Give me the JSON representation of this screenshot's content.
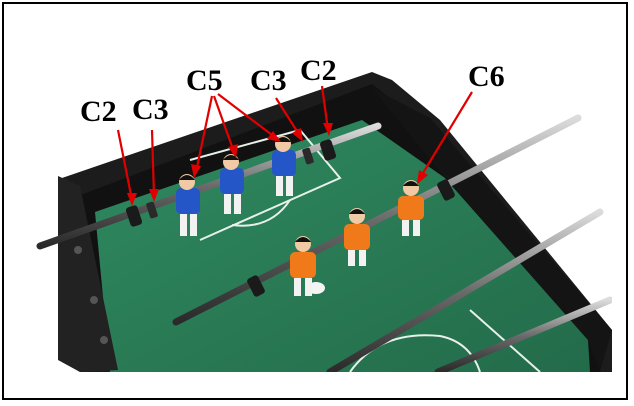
{
  "callouts": {
    "c2_left": "C2",
    "c3_left": "C3",
    "c5": "C5",
    "c3_right": "C3",
    "c2_right": "C2",
    "c6": "C6"
  },
  "colors": {
    "field": "#2e7b56",
    "cabinet": "#1b1b1b",
    "rod": "#5a5a5a",
    "blue_team": "#2456c8",
    "orange_team": "#f07a1a",
    "arrow": "#e00000"
  }
}
